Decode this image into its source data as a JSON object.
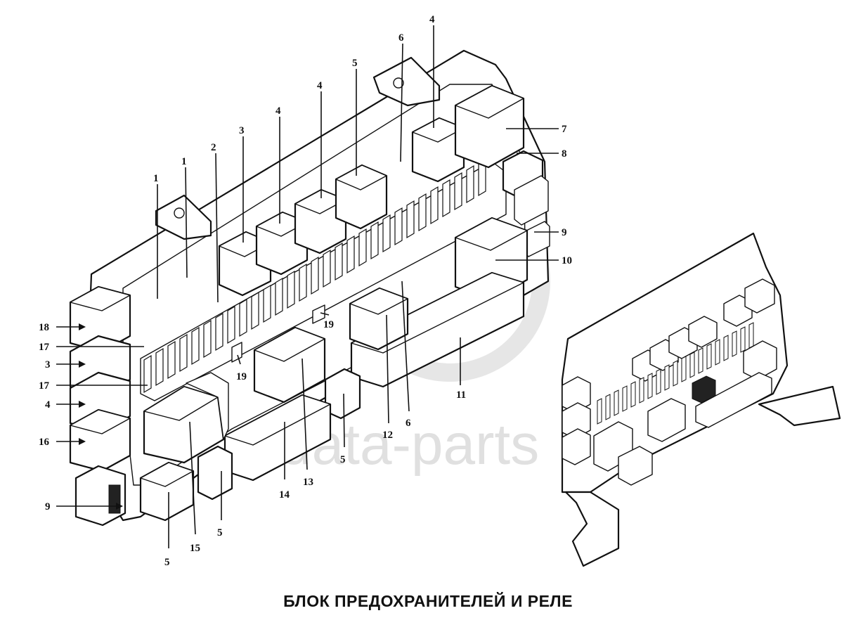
{
  "caption": "БЛОК ПРЕДОХРАНИТЕЛЕЙ И РЕЛЕ",
  "watermark": "data-parts",
  "callouts": [
    "1",
    "1",
    "2",
    "3",
    "4",
    "4",
    "5",
    "6",
    "4",
    "7",
    "8",
    "9",
    "10",
    "11",
    "6",
    "12",
    "19",
    "19",
    "13",
    "5",
    "14",
    "15",
    "5",
    "5",
    "9",
    "16",
    "4",
    "17",
    "3",
    "17",
    "18"
  ]
}
